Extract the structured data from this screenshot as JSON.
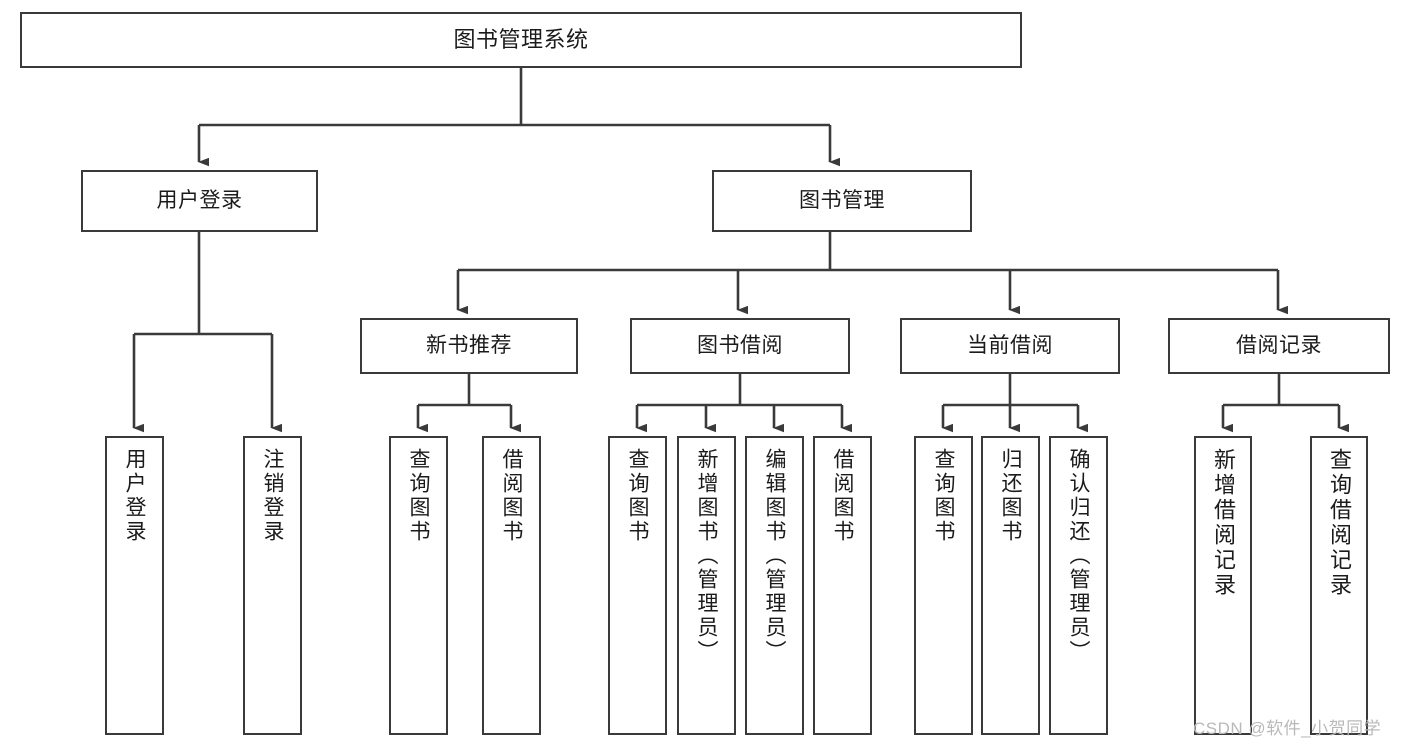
{
  "diagram": {
    "title": "图书管理系统",
    "type": "hierarchy-tree",
    "watermark": "CSDN @软件_小贺同学",
    "colors": {
      "box_border": "#3a3a3a",
      "box_fill": "#ffffff",
      "edge": "#3a3a3a",
      "text": "#1b1b1b",
      "watermark": "#b9b9b9",
      "background": "#ffffff"
    },
    "levels": [
      {
        "level": 1,
        "nodes": [
          {
            "id": "root",
            "label": "图书管理系统"
          }
        ]
      },
      {
        "level": 2,
        "nodes": [
          {
            "id": "user-login",
            "label": "用户登录",
            "parent": "root"
          },
          {
            "id": "book-mgmt",
            "label": "图书管理",
            "parent": "root"
          }
        ]
      },
      {
        "level": 3,
        "nodes": [
          {
            "id": "new-book-rec",
            "label": "新书推荐",
            "parent": "book-mgmt"
          },
          {
            "id": "book-borrow",
            "label": "图书借阅",
            "parent": "book-mgmt"
          },
          {
            "id": "current-borrow",
            "label": "当前借阅",
            "parent": "book-mgmt"
          },
          {
            "id": "borrow-record",
            "label": "借阅记录",
            "parent": "book-mgmt"
          }
        ]
      },
      {
        "level": 4,
        "nodes": [
          {
            "id": "leaf-user-login",
            "label": "用户登录",
            "parent": "user-login"
          },
          {
            "id": "leaf-user-logout",
            "label": "注销登录",
            "parent": "user-login"
          },
          {
            "id": "leaf-query-book-1",
            "label": "查询图书",
            "parent": "new-book-rec"
          },
          {
            "id": "leaf-borrow-book-1",
            "label": "借阅图书",
            "parent": "new-book-rec"
          },
          {
            "id": "leaf-query-book-2",
            "label": "查询图书",
            "parent": "book-borrow"
          },
          {
            "id": "leaf-add-book",
            "label": "新增图书（管理员）",
            "parent": "book-borrow"
          },
          {
            "id": "leaf-edit-book",
            "label": "编辑图书（管理员）",
            "parent": "book-borrow"
          },
          {
            "id": "leaf-borrow-book-2",
            "label": "借阅图书",
            "parent": "book-borrow"
          },
          {
            "id": "leaf-query-book-3",
            "label": "查询图书",
            "parent": "current-borrow"
          },
          {
            "id": "leaf-return-book",
            "label": "归还图书",
            "parent": "current-borrow"
          },
          {
            "id": "leaf-confirm-return",
            "label": "确认归还（管理员）",
            "parent": "current-borrow"
          },
          {
            "id": "leaf-add-record",
            "label": "新增借阅记录",
            "parent": "borrow-record"
          },
          {
            "id": "leaf-query-record",
            "label": "查询借阅记录",
            "parent": "borrow-record"
          }
        ]
      }
    ]
  }
}
